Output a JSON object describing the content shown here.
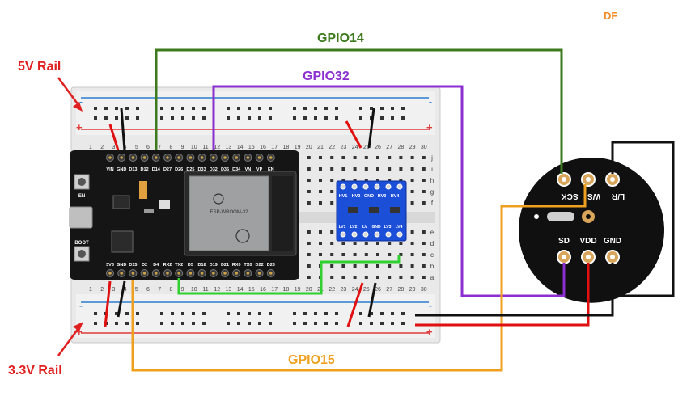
{
  "brand": {
    "logo": "DF",
    "color": "#f08a24"
  },
  "rails": {
    "five_v": {
      "label": "5V Rail",
      "color": "#e02020"
    },
    "three_v3": {
      "label": "3.3V Rail",
      "color": "#e02020"
    }
  },
  "wires": {
    "gpio14": {
      "label": "GPIO14",
      "color": "#3d7a1e"
    },
    "gpio32": {
      "label": "GPIO32",
      "color": "#8c2fd0"
    },
    "gpio15": {
      "label": "GPIO15",
      "color": "#f0a020"
    },
    "green_jumper": {
      "color": "#2fd02f"
    },
    "red_power": {
      "color": "#e01010"
    },
    "black_ground": {
      "color": "#111111"
    }
  },
  "breadboard": {
    "column_numbers": [
      "1",
      "2",
      "3",
      "4",
      "5",
      "6",
      "7",
      "8",
      "9",
      "10",
      "11",
      "12",
      "13",
      "14",
      "15",
      "16",
      "17",
      "18",
      "19",
      "20",
      "21",
      "22",
      "23",
      "24",
      "25",
      "26",
      "27",
      "28",
      "29",
      "30"
    ],
    "row_letters_top": [
      "j",
      "i",
      "h",
      "g",
      "f"
    ],
    "row_letters_bottom": [
      "e",
      "d",
      "c",
      "b",
      "a"
    ],
    "rail_plus": "+",
    "rail_minus": "-"
  },
  "esp32": {
    "top_pins": [
      "VIN",
      "GND",
      "D13",
      "D12",
      "D14",
      "D27",
      "D26",
      "D25",
      "D33",
      "D32",
      "D35",
      "D34",
      "VN",
      "VP",
      "EN"
    ],
    "bottom_pins": [
      "3V3",
      "GND",
      "D15",
      "D2",
      "D4",
      "RX2",
      "TX2",
      "D5",
      "D18",
      "D19",
      "D21",
      "RX0",
      "TX0",
      "D22",
      "D23"
    ],
    "module_text": "ESP-WROOM-32",
    "button_en": "EN",
    "button_boot": "BOOT"
  },
  "level_shifter": {
    "top_labels": [
      "HV1",
      "HV2",
      "GND",
      "HV3",
      "HV4"
    ],
    "bottom_labels": [
      "LV1",
      "LV2",
      "LV",
      "GND",
      "LV3",
      "LV4"
    ]
  },
  "mic": {
    "pins_top": [
      "SCK",
      "WS",
      "L/R"
    ],
    "pins_bottom": [
      "SD",
      "VDD",
      "GND"
    ]
  }
}
